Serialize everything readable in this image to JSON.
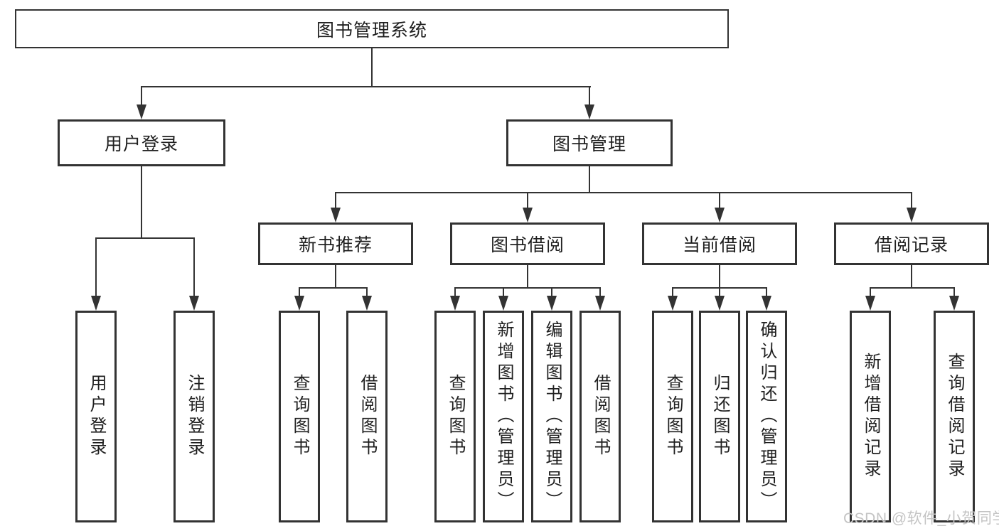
{
  "diagram": {
    "title_node": "图书管理系统",
    "colors": {
      "line": "#333333",
      "text": "#1f1f1f",
      "background": "#ffffff",
      "watermark": "#c4c4c4"
    },
    "watermark": "CSDN @软件_小贺同学",
    "nodes": {
      "root": "图书管理系统",
      "user_login": "用户登录",
      "book_mgmt": "图书管理",
      "new_book_rec": "新书推荐",
      "book_borrow": "图书借阅",
      "current_borrow": "当前借阅",
      "borrow_record": "借阅记录",
      "leaf_user_login": "用户登录",
      "leaf_logout": "注销登录",
      "leaf_nb_query": "查询图书",
      "leaf_nb_borrow": "借阅图书",
      "leaf_bb_query": "查询图书",
      "leaf_bb_add": "新增图书（管理员）",
      "leaf_bb_edit": "编辑图书（管理员）",
      "leaf_bb_borrow": "借阅图书",
      "leaf_cb_query": "查询图书",
      "leaf_cb_return": "归还图书",
      "leaf_cb_confirm": "确认归还（管理员）",
      "leaf_br_add": "新增借阅记录",
      "leaf_br_query": "查询借阅记录"
    }
  }
}
